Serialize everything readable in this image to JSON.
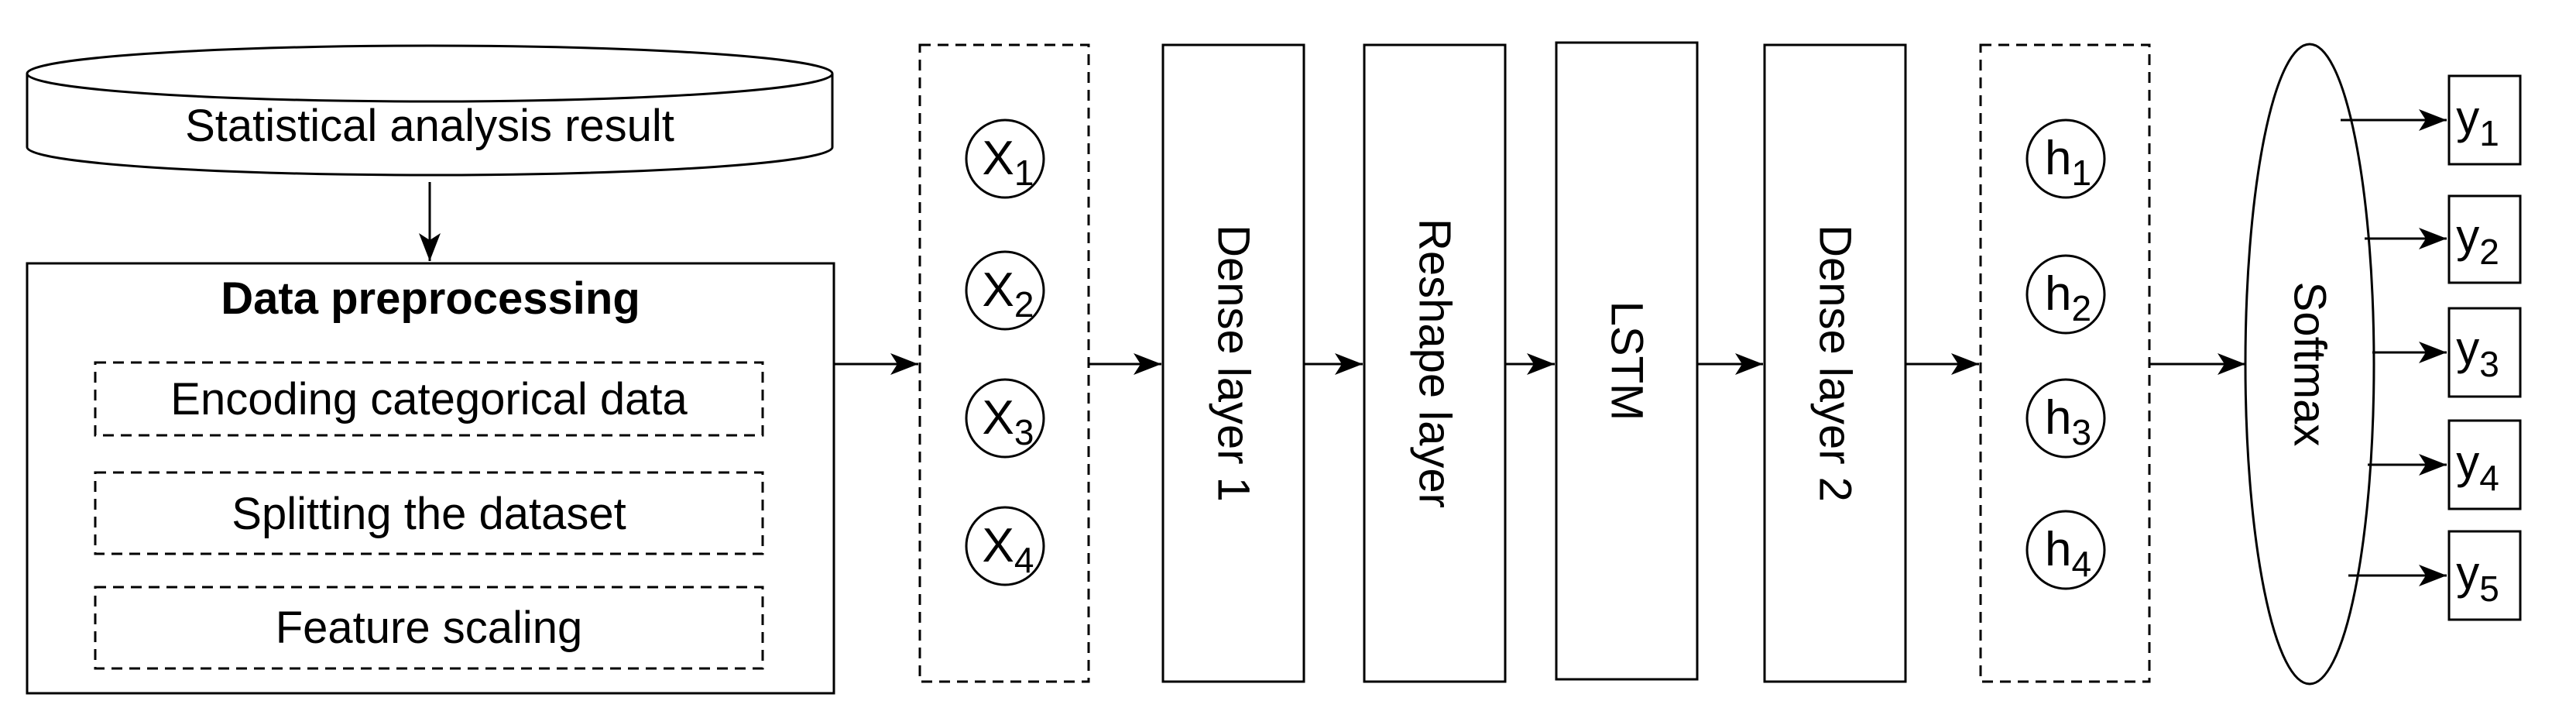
{
  "source": {
    "label": "Statistical analysis result"
  },
  "preprocessing": {
    "title": "Data preprocessing",
    "steps": [
      "Encoding categorical data",
      "Splitting the dataset",
      "Feature scaling"
    ]
  },
  "inputs": {
    "nodes": [
      {
        "base": "X",
        "sub": "1"
      },
      {
        "base": "X",
        "sub": "2"
      },
      {
        "base": "X",
        "sub": "3"
      },
      {
        "base": "X",
        "sub": "4"
      }
    ]
  },
  "layers": [
    "Dense layer 1",
    "Reshape layer",
    "LSTM",
    "Dense layer 2"
  ],
  "hidden": {
    "nodes": [
      {
        "base": "h",
        "sub": "1"
      },
      {
        "base": "h",
        "sub": "2"
      },
      {
        "base": "h",
        "sub": "3"
      },
      {
        "base": "h",
        "sub": "4"
      }
    ]
  },
  "softmax": {
    "label": "Softmax"
  },
  "outputs": [
    {
      "base": "y",
      "sub": "1"
    },
    {
      "base": "y",
      "sub": "2"
    },
    {
      "base": "y",
      "sub": "3"
    },
    {
      "base": "y",
      "sub": "4"
    },
    {
      "base": "y",
      "sub": "5"
    }
  ]
}
